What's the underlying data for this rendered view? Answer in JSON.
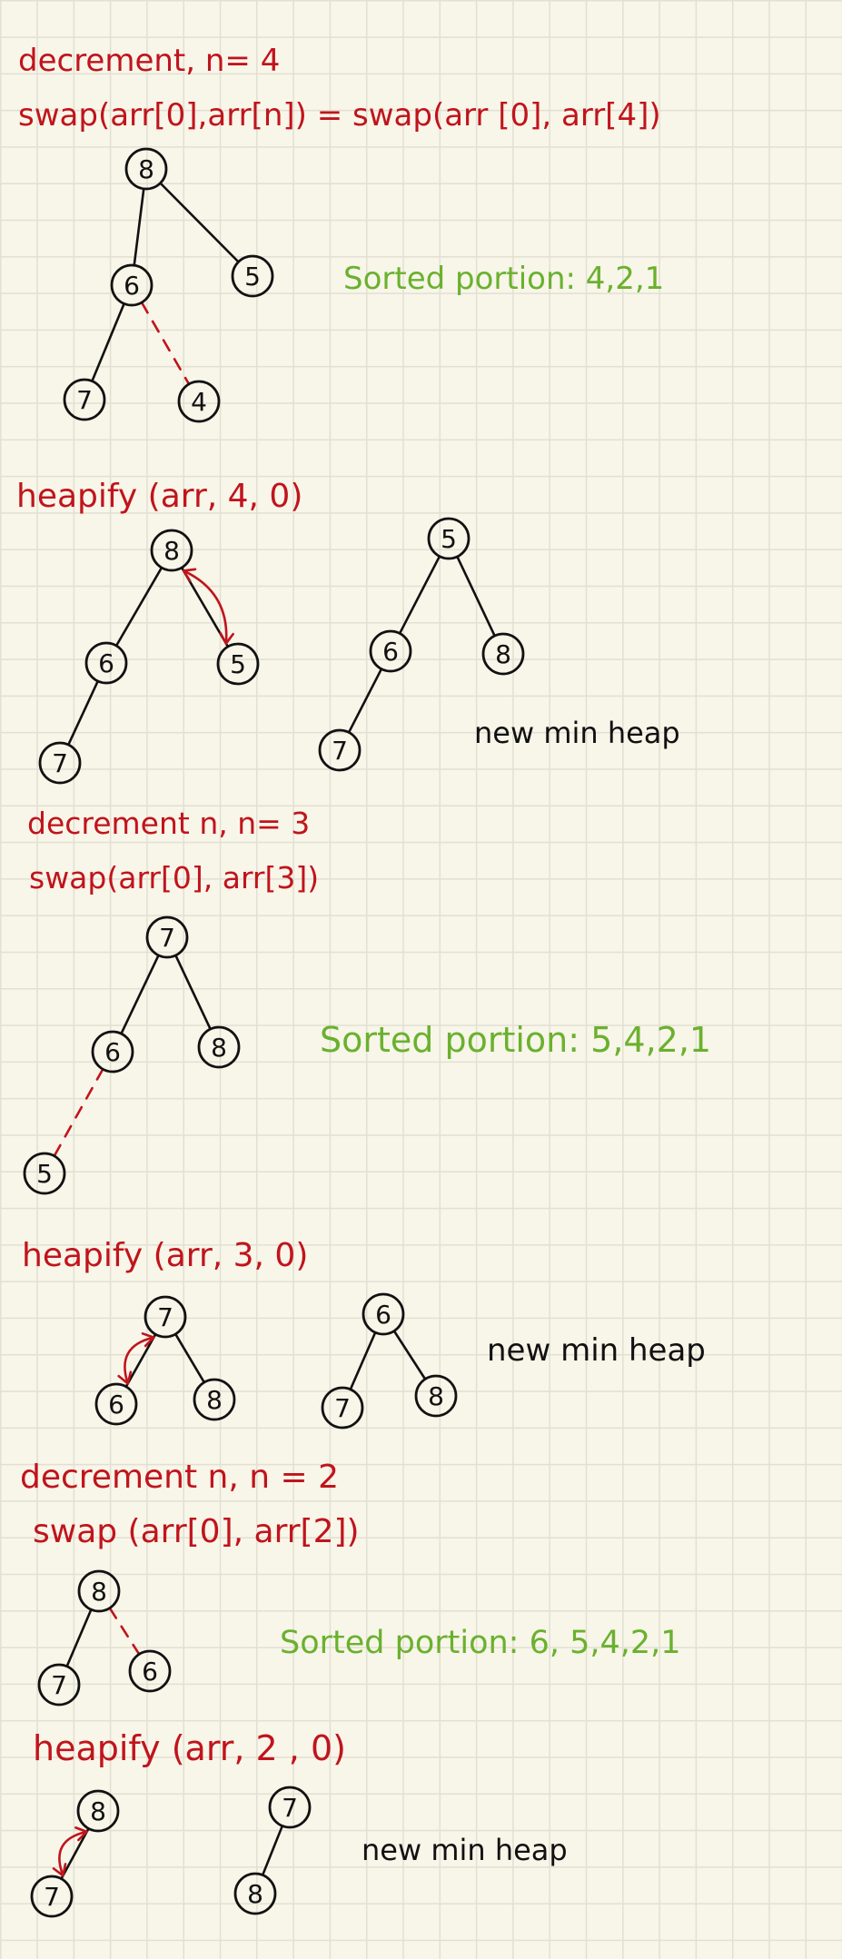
{
  "colors": {
    "red": "#c0141c",
    "green": "#6ab12e",
    "black": "#111111"
  },
  "labels": [
    {
      "key": "s1_line1",
      "text": "decrement,   n= 4",
      "color": "red"
    },
    {
      "key": "s1_line2",
      "text": "swap(arr[0],arr[n])  =  swap(arr [0], arr[4])",
      "color": "red"
    },
    {
      "key": "s1_sorted",
      "text": "Sorted portion:  4,2,1",
      "color": "green"
    },
    {
      "key": "s2_heapify",
      "text": "heapify (arr, 4, 0)",
      "color": "red"
    },
    {
      "key": "s2_newheap",
      "text": "new  min  heap",
      "color": "black"
    },
    {
      "key": "s3_line1",
      "text": "decrement  n,   n= 3",
      "color": "red"
    },
    {
      "key": "s3_line2",
      "text": "swap(arr[0], arr[3])",
      "color": "red"
    },
    {
      "key": "s3_sorted",
      "text": "Sorted  portion: 5,4,2,1",
      "color": "green"
    },
    {
      "key": "s4_heapify",
      "text": "heapify (arr,  3,  0)",
      "color": "red"
    },
    {
      "key": "s4_newheap",
      "text": "new  min  heap",
      "color": "black"
    },
    {
      "key": "s5_line1",
      "text": "decrement n,  n = 2",
      "color": "red"
    },
    {
      "key": "s5_line2",
      "text": "swap (arr[0], arr[2])",
      "color": "red"
    },
    {
      "key": "s5_sorted",
      "text": "Sorted   portion: 6, 5,4,2,1",
      "color": "green"
    },
    {
      "key": "s6_heapify",
      "text": "heapify (arr, 2 , 0)",
      "color": "red"
    },
    {
      "key": "s6_newheap",
      "text": "new  min  heap",
      "color": "black"
    }
  ],
  "trees": [
    {
      "name": "tree-1-swap",
      "nodes": [
        {
          "id": "a",
          "v": "8"
        },
        {
          "id": "b",
          "v": "6"
        },
        {
          "id": "c",
          "v": "5"
        },
        {
          "id": "d",
          "v": "7"
        },
        {
          "id": "e",
          "v": "4"
        }
      ],
      "edges": [
        {
          "from": "a",
          "to": "b"
        },
        {
          "from": "a",
          "to": "c"
        },
        {
          "from": "b",
          "to": "d"
        },
        {
          "from": "b",
          "to": "e",
          "style": "dashed-red"
        }
      ]
    },
    {
      "name": "tree-2-heapify-before",
      "nodes": [
        {
          "id": "a",
          "v": "8"
        },
        {
          "id": "b",
          "v": "6"
        },
        {
          "id": "c",
          "v": "5"
        },
        {
          "id": "d",
          "v": "7"
        }
      ],
      "edges": [
        {
          "from": "a",
          "to": "b"
        },
        {
          "from": "a",
          "to": "c"
        },
        {
          "from": "b",
          "to": "d"
        }
      ],
      "swap": [
        "a",
        "c"
      ]
    },
    {
      "name": "tree-2-heapify-after",
      "nodes": [
        {
          "id": "a",
          "v": "5"
        },
        {
          "id": "b",
          "v": "6"
        },
        {
          "id": "c",
          "v": "8"
        },
        {
          "id": "d",
          "v": "7"
        }
      ],
      "edges": [
        {
          "from": "a",
          "to": "b"
        },
        {
          "from": "a",
          "to": "c"
        },
        {
          "from": "b",
          "to": "d"
        }
      ]
    },
    {
      "name": "tree-3-swap",
      "nodes": [
        {
          "id": "a",
          "v": "7"
        },
        {
          "id": "b",
          "v": "6"
        },
        {
          "id": "c",
          "v": "8"
        },
        {
          "id": "d",
          "v": "5"
        }
      ],
      "edges": [
        {
          "from": "a",
          "to": "b"
        },
        {
          "from": "a",
          "to": "c"
        },
        {
          "from": "b",
          "to": "d",
          "style": "dashed-red"
        }
      ]
    },
    {
      "name": "tree-4-heapify-before",
      "nodes": [
        {
          "id": "a",
          "v": "7"
        },
        {
          "id": "b",
          "v": "6"
        },
        {
          "id": "c",
          "v": "8"
        }
      ],
      "edges": [
        {
          "from": "a",
          "to": "b"
        },
        {
          "from": "a",
          "to": "c"
        }
      ],
      "swap": [
        "a",
        "b"
      ]
    },
    {
      "name": "tree-4-heapify-after",
      "nodes": [
        {
          "id": "a",
          "v": "6"
        },
        {
          "id": "b",
          "v": "7"
        },
        {
          "id": "c",
          "v": "8"
        }
      ],
      "edges": [
        {
          "from": "a",
          "to": "b"
        },
        {
          "from": "a",
          "to": "c"
        }
      ]
    },
    {
      "name": "tree-5-swap",
      "nodes": [
        {
          "id": "a",
          "v": "8"
        },
        {
          "id": "b",
          "v": "7"
        },
        {
          "id": "c",
          "v": "6"
        }
      ],
      "edges": [
        {
          "from": "a",
          "to": "b"
        },
        {
          "from": "a",
          "to": "c",
          "style": "dashed-red"
        }
      ]
    },
    {
      "name": "tree-6-heapify-before",
      "nodes": [
        {
          "id": "a",
          "v": "8"
        },
        {
          "id": "b",
          "v": "7"
        }
      ],
      "edges": [
        {
          "from": "a",
          "to": "b"
        }
      ],
      "swap": [
        "a",
        "b"
      ]
    },
    {
      "name": "tree-6-heapify-after",
      "nodes": [
        {
          "id": "a",
          "v": "7"
        },
        {
          "id": "b",
          "v": "8"
        }
      ],
      "edges": [
        {
          "from": "a",
          "to": "b"
        }
      ]
    }
  ]
}
